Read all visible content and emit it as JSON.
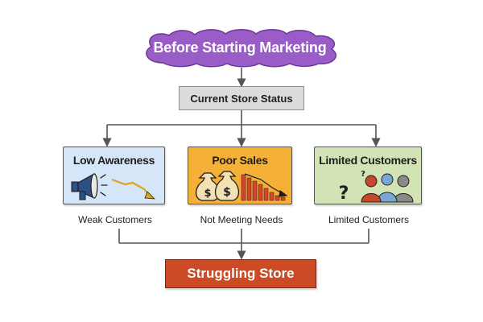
{
  "title": "Before Starting Marketing",
  "status": "Current Store Status",
  "cards": [
    {
      "title": "Low Awareness",
      "caption": "Weak Customers"
    },
    {
      "title": "Poor Sales",
      "caption": "Not Meeting Needs"
    },
    {
      "title": "Limited Customers",
      "caption": "Limited Customers"
    }
  ],
  "outcome": "Struggling Store",
  "colors": {
    "cloud": "#9a5cc6",
    "status_box": "#dcdcdc",
    "awareness_card": "#d4e6f7",
    "sales_card": "#f5b038",
    "customers_card": "#d2e4b5",
    "outcome_box": "#cc4a24",
    "connector": "#555555"
  },
  "icons": {
    "awareness": [
      "megaphone-icon",
      "down-trend-arrow-icon"
    ],
    "sales": [
      "money-bag-icon",
      "declining-bar-chart-icon"
    ],
    "customers": [
      "question-mark-icon",
      "people-group-icon"
    ]
  }
}
